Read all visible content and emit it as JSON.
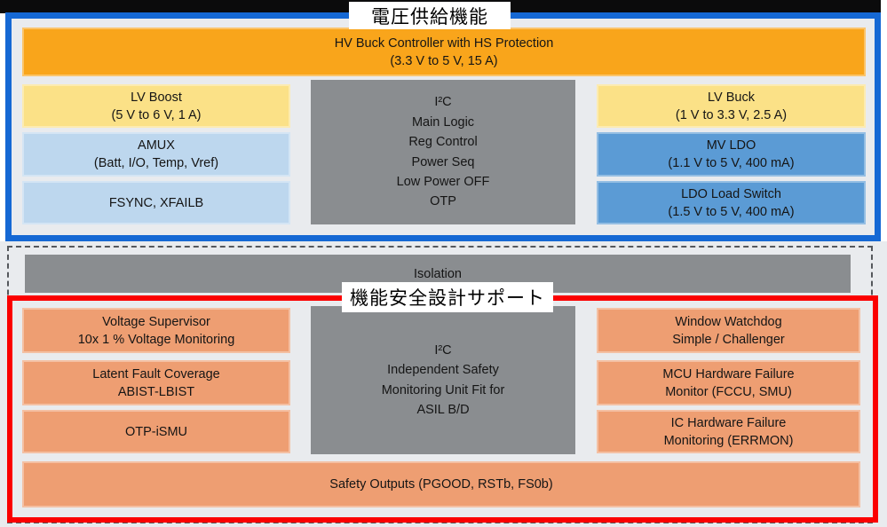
{
  "diagram": {
    "type": "pmic-block-diagram",
    "colors": {
      "power_frame": "#1568d4",
      "safety_frame": "#fb0000",
      "hv_bar": "#f9a51b",
      "buck_boost": "#fbe187",
      "aux_light": "#bdd7ee",
      "ldo_blue": "#5b9bd5",
      "logic_gray": "#8a8d90",
      "safety_salmon": "#ee9e72",
      "background": "#e9ebee"
    },
    "power_section": {
      "title": "電圧供給機能",
      "hv_bar": {
        "line1": "HV Buck Controller with HS Protection",
        "line2": "(3.3 V to 5 V, 15 A)"
      },
      "left_boxes": [
        {
          "line1": "LV Boost",
          "line2": "(5 V to 6 V, 1 A)"
        },
        {
          "line1": "AMUX",
          "line2": "(Batt, I/O, Temp, Vref)"
        },
        {
          "line1": "FSYNC, XFAILB",
          "line2": ""
        }
      ],
      "center_box": {
        "lines": [
          "I²C",
          "Main Logic",
          "Reg Control",
          "Power Seq",
          "Low Power OFF",
          "OTP"
        ]
      },
      "right_boxes": [
        {
          "line1": "LV Buck",
          "line2": "(1 V to 3.3 V, 2.5 A)"
        },
        {
          "line1": "MV LDO",
          "line2": "(1.1 V to 5 V, 400 mA)"
        },
        {
          "line1": "LDO Load Switch",
          "line2": "(1.5 V to 5 V, 400 mA)"
        }
      ]
    },
    "isolation": {
      "label": "Isolation"
    },
    "safety_section": {
      "title": "機能安全設計サポート",
      "left_boxes": [
        {
          "line1": "Voltage Supervisor",
          "line2": "10x 1 % Voltage Monitoring"
        },
        {
          "line1": "Latent Fault Coverage",
          "line2": "ABIST-LBIST"
        },
        {
          "line1": "OTP-iSMU",
          "line2": ""
        }
      ],
      "center_box": {
        "lines": [
          "I²C",
          "Independent Safety",
          "Monitoring Unit Fit for",
          "ASIL B/D"
        ]
      },
      "right_boxes": [
        {
          "line1": "Window Watchdog",
          "line2": "Simple / Challenger"
        },
        {
          "line1": "MCU Hardware Failure",
          "line2": "Monitor (FCCU, SMU)"
        },
        {
          "line1": "IC Hardware Failure",
          "line2": "Monitoring (ERRMON)"
        }
      ],
      "safety_bar": {
        "label": "Safety Outputs (PGOOD, RSTb, FS0b)"
      }
    }
  }
}
